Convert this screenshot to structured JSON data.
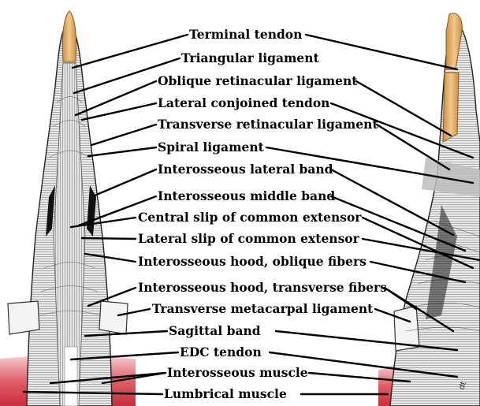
{
  "labels": {
    "terminal_tendon": "Terminal tendon",
    "triangular_ligament": "Triangular ligament",
    "oblique_retinacular_ligament": "Oblique retinacular ligament",
    "lateral_conjoined_tendon": "Lateral conjoined tendon",
    "transverse_retinacular_ligament": "Transverse retinacular ligament",
    "spiral_ligament": "Spiral ligament",
    "interosseous_lateral_band": "Interosseous lateral band",
    "interosseous_middle_band": "Interosseous middle band",
    "central_slip": "Central slip of common extensor",
    "lateral_slip": "Lateral slip of common extensor",
    "hood_oblique": "Interosseous hood, oblique fibers",
    "hood_transverse": "Interosseous hood, transverse fibers",
    "transverse_metacarpal_ligament": "Transverse metacarpal ligament",
    "sagittal_band": "Sagittal band",
    "edc_tendon": "EDC tendon",
    "interosseous_muscle": "Interosseous muscle",
    "lumbrical_muscle": "Lumbrical muscle"
  },
  "colors": {
    "bone": "#e8b874",
    "bone_dark": "#c98f45",
    "tendon": "#d8d8d8",
    "muscle": "#d9434f",
    "muscle_light": "#f2b7bd"
  }
}
